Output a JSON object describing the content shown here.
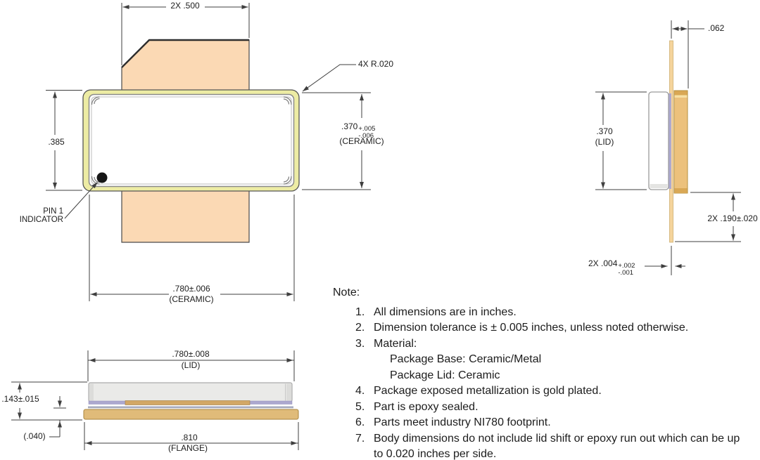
{
  "drawing_type": "ceramic package outline drawing",
  "top_view": {
    "dim_tab_width": "2X .500",
    "corner_radius": "4X R.020",
    "dim_height_overall": ".385",
    "dim_height_ceramic": {
      "value": ".370",
      "tol_plus": "+.005",
      "tol_minus": "-.006",
      "qualifier": "(CERAMIC)"
    },
    "dim_width_ceramic": {
      "value": ".780±.006",
      "qualifier": "(CERAMIC)"
    },
    "pin1_label_line1": "PIN 1",
    "pin1_label_line2": "INDICATOR"
  },
  "side_view": {
    "dim_width_lid": {
      "value": ".780±.008",
      "qualifier": "(LID)"
    },
    "dim_height_overall": ".143±.015",
    "dim_standoff": "(.040)",
    "dim_width_flange": {
      "value": ".810",
      "qualifier": "(FLANGE)"
    }
  },
  "end_view": {
    "dim_offset": ".062",
    "dim_lid_height": {
      "value": ".370",
      "qualifier": "(LID)"
    },
    "dim_tab_length": "2X .190±.020",
    "dim_tab_thickness": {
      "prefix": "2X .004",
      "tol_plus": "+.002",
      "tol_minus": "-.001"
    }
  },
  "notes": {
    "title": "Note:",
    "items": [
      {
        "num": "1.",
        "text": "All dimensions are in inches."
      },
      {
        "num": "2.",
        "text": "Dimension tolerance is ± 0.005 inches, unless noted otherwise."
      },
      {
        "num": "3.",
        "text": "Material:",
        "sub": [
          "Package Base: Ceramic/Metal",
          "Package Lid: Ceramic"
        ]
      },
      {
        "num": "4.",
        "text": "Package exposed metallization is gold plated."
      },
      {
        "num": "5.",
        "text": "Part is epoxy sealed."
      },
      {
        "num": "6.",
        "text": "Parts meet industry NI780 footprint."
      },
      {
        "num": "7.",
        "text": "Body dimensions do not include lid shift or epoxy run out which can be up to 0.020 inches per side."
      }
    ]
  },
  "colors": {
    "ceramic_tab_tan": "#FBD9B4",
    "package_rim_yellow": "#EDECA4",
    "metallization_gold": "#E0BB79",
    "gold_bar_end_view": "#ECC17C",
    "lid_gray": "#EAEAE8",
    "seal_lavender": "#ACA8CF",
    "line_color": "#3F3F3F"
  }
}
